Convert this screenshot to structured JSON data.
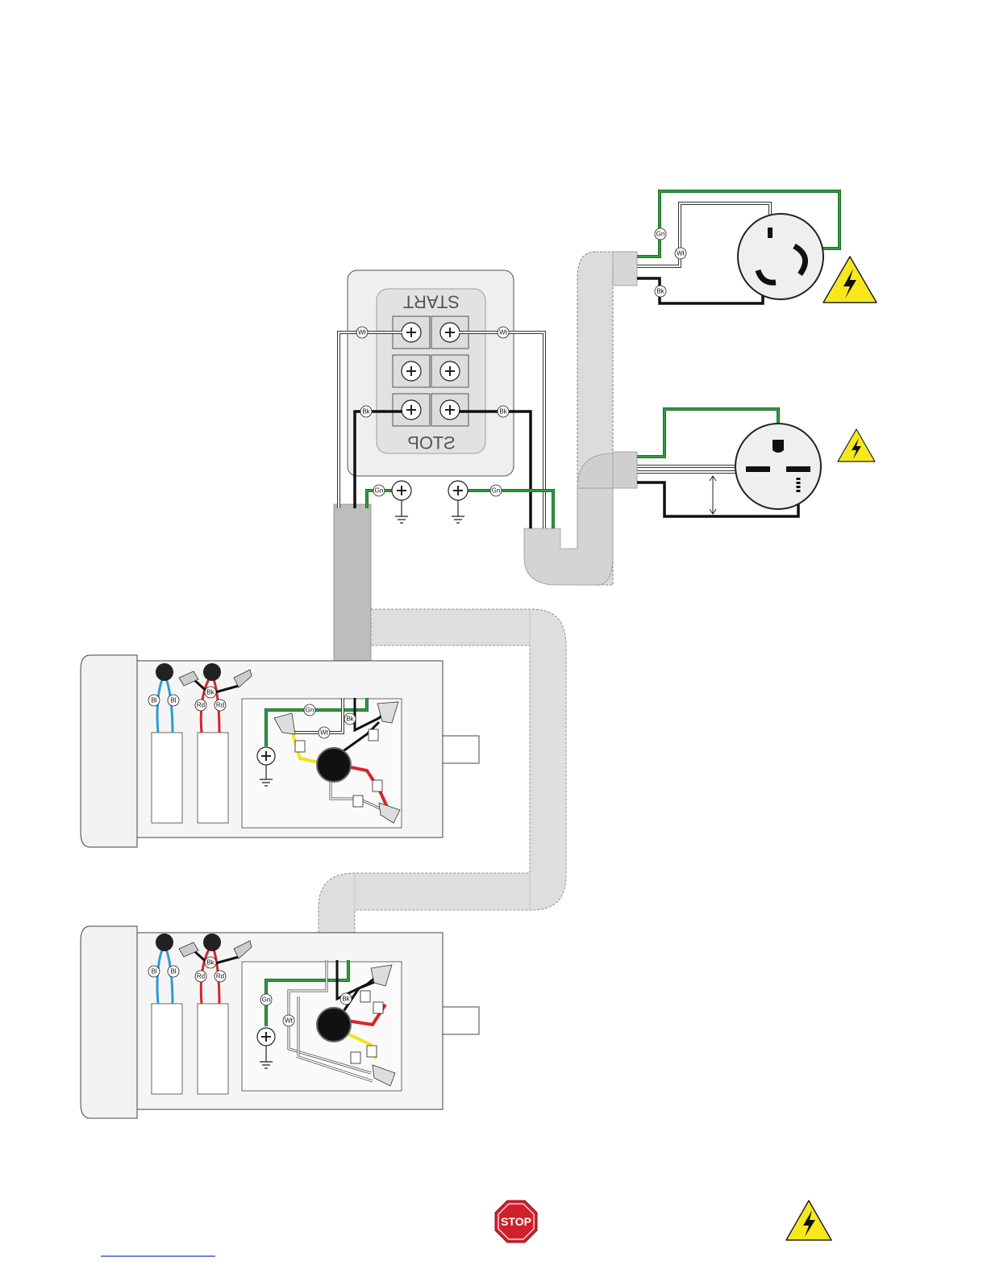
{
  "switch": {
    "start_label": "START",
    "stop_label": "STOP"
  },
  "wire_labels": {
    "white": "Wt",
    "black": "Bk",
    "green": "Gn",
    "blue": "Bl",
    "red": "Rd"
  },
  "icons": [
    "hazard-warning-icon",
    "stop-sign-icon",
    "ground-symbol-icon",
    "terminal-screw-icon"
  ],
  "stop_sign": {
    "text": "STOP"
  },
  "colors": {
    "ground_wire": "#2e9e3e",
    "hot_wire": "#111111",
    "neutral_wire": "#ffffff",
    "blue_lead": "#2f9bd6",
    "red_lead": "#d6252b",
    "yellow_lead": "#f2e31c",
    "conduit": "#d9d9d9",
    "conduit_dark": "#b8b8b8",
    "warning_yellow": "#f7e81e",
    "stop_red": "#d0202a",
    "link_blue": "#3b5bd6"
  }
}
